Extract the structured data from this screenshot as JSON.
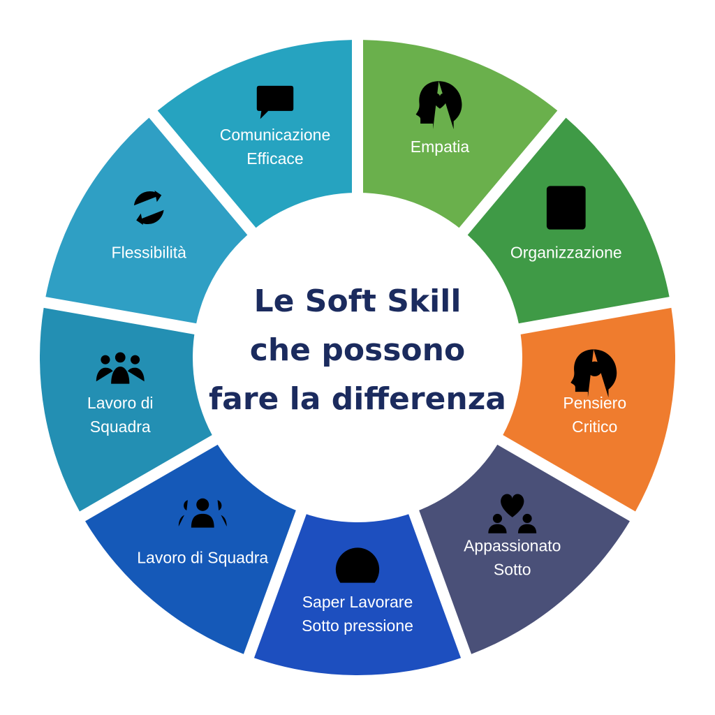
{
  "center": {
    "title_lines": [
      "Le Soft Skill",
      "che possono",
      "fare la differenza"
    ]
  },
  "segments": [
    {
      "label_lines": [
        "Empatia"
      ],
      "icon": "head-heart-icon",
      "color": "#6ab04c"
    },
    {
      "label_lines": [
        "Organizzazione"
      ],
      "icon": "checklist-icon",
      "color": "#3f9a46"
    },
    {
      "label_lines": [
        "Pensiero",
        "Critico"
      ],
      "icon": "head-gear-icon",
      "color": "#ef7c2e"
    },
    {
      "label_lines": [
        "Appassionato",
        "Sotto"
      ],
      "icon": "heart-people-icon",
      "color": "#4a5078"
    },
    {
      "label_lines": [
        "Saper Lavorare",
        "Sotto pressione"
      ],
      "icon": "gauge-icon",
      "color": "#1d4fbf"
    },
    {
      "label_lines": [
        "Lavoro di Squadra"
      ],
      "icon": "team-icon",
      "color": "#1559b8"
    },
    {
      "label_lines": [
        "Lavoro di",
        "Squadra"
      ],
      "icon": "group-icon",
      "color": "#238fb3"
    },
    {
      "label_lines": [
        "Flessibilità"
      ],
      "icon": "refresh-icon",
      "color": "#2f9fc4"
    },
    {
      "label_lines": [
        "Comunicazione",
        "Efficace"
      ],
      "icon": "speech-bubble-icon",
      "color": "#26a3c0"
    }
  ]
}
